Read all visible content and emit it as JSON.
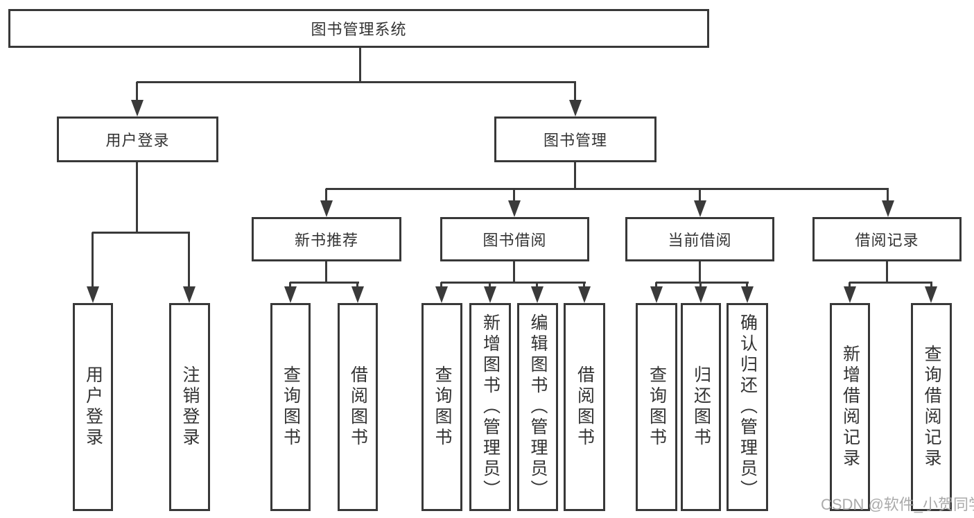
{
  "diagram": {
    "title": "图书管理系统",
    "colors": {
      "line": "#3a3a3a",
      "box_border": "#383838",
      "box_fill": "#ffffff",
      "text": "#333333",
      "watermark": "#a3a3a3"
    },
    "nodes": {
      "root": "图书管理系统",
      "userLogin": "用户登录",
      "bookMgmt": "图书管理",
      "newBookRec": "新书推荐",
      "bookBorrow": "图书借阅",
      "currentBorrow": "当前借阅",
      "borrowRecord": "借阅记录",
      "leafUserLogin": "用户登录",
      "leafLogout": "注销登录",
      "leafQueryBookRec": "查询图书",
      "leafBorrowBookRec": "借阅图书",
      "leafQueryBookBorrow": "查询图书",
      "leafAddBook": "新增图书（管理员）",
      "leafEditBook": "编辑图书（管理员）",
      "leafBorrowBook": "借阅图书",
      "leafQueryCurrent": "查询图书",
      "leafReturnBook": "归还图书",
      "leafConfirmReturn": "确认归还（管理员）",
      "leafAddRecord": "新增借阅记录",
      "leafQueryRecord": "查询借阅记录"
    },
    "watermark": "CSDN @软件_小贺同学"
  }
}
